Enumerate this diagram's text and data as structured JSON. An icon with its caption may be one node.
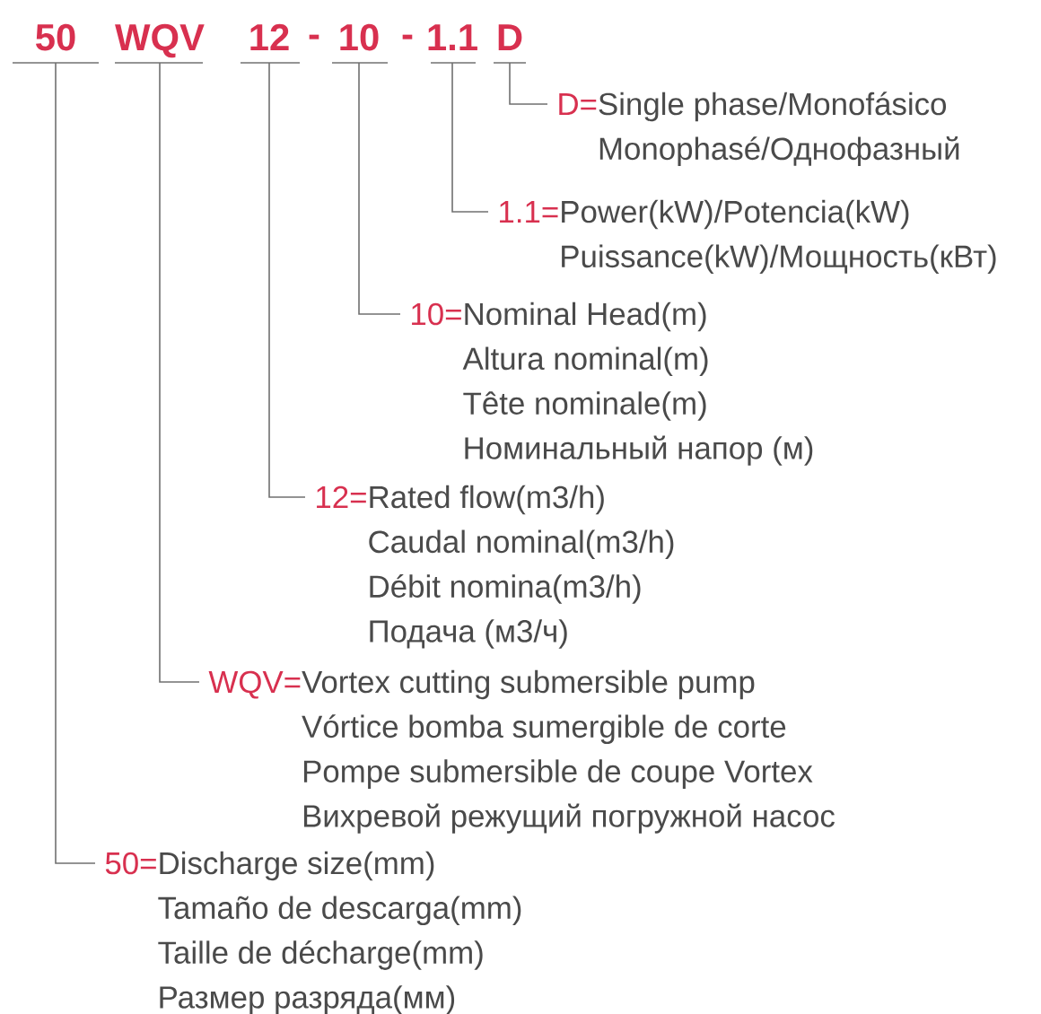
{
  "diagram": {
    "nodes": [
      {
        "text": [
          "50"
        ]
      },
      {
        "text": [
          "WQV"
        ]
      },
      {
        "text": [
          "12"
        ]
      },
      {
        "text": [
          "10"
        ]
      },
      {
        "text": [
          "1.1"
        ]
      },
      {
        "text": [
          "D"
        ]
      },
      {
        "text": [
          "D=",
          "Single phase/Monofásico",
          "Monophasé/Однофазный"
        ]
      },
      {
        "text": [
          "1.1=",
          "Power(kW)/Potencia(kW)",
          "Puissance(kW)/Мощность(кВт)"
        ]
      },
      {
        "text": [
          "10=",
          "Nominal Head(m)",
          "Altura nominal(m)",
          "Tête nominale(m)",
          "Номинальный напор (м)"
        ]
      },
      {
        "text": [
          "12=",
          "Rated flow(m3/h)",
          "Caudal nominal(m3/h)",
          "Débit nomina(m3/h)",
          "Подача (м3/ч)"
        ]
      },
      {
        "text": [
          "WQV=",
          "Vortex cutting submersible pump",
          "Vórtice bomba sumergible de corte",
          "Pompe submersible de coupe Vortex",
          "Вихревой режущий погружной насос"
        ]
      },
      {
        "text": [
          "50=",
          "Discharge size(mm)",
          "Tamaño de descarga(mm)",
          "Taille de décharge(mm)",
          "Размер разряда(мм)"
        ]
      }
    ],
    "edges": [
      {
        "from": 5,
        "to": 6,
        "arrow": "none"
      },
      {
        "from": 4,
        "to": 7,
        "arrow": "none"
      },
      {
        "from": 3,
        "to": 8,
        "arrow": "none"
      },
      {
        "from": 2,
        "to": 9,
        "arrow": "none"
      },
      {
        "from": 1,
        "to": 10,
        "arrow": "none"
      },
      {
        "from": 0,
        "to": 11,
        "arrow": "none"
      }
    ],
    "labels": [
      "-",
      "-"
    ]
  }
}
